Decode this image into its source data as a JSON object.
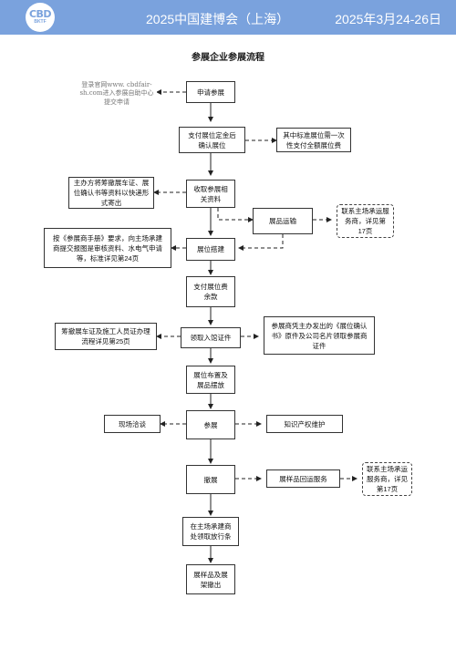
{
  "header": {
    "logo_text": "CBD",
    "logo_sub": "BKTF",
    "title": "2025中国建博会（上海）",
    "date": "2025年3月24-26日"
  },
  "page_title": "参展企业参展流程",
  "nodes": {
    "apply": "申请参展",
    "register_note": "登录官网www. cbdfair-sh.com进入参展自助中心提交申请",
    "pay_deposit": "支付展位定金后确认展位",
    "special_booth_note": "其中标准展位需一次性支付全额展位费",
    "receive_docs": "收取参展相关资料",
    "organizer_note": "主办方将筹撤展车证、展位确认书等资料以快递形式寄出",
    "exhibit_transport": "展品运输",
    "contact_forwarder_1": "联系主场承运服务商，详见第17页",
    "manual_note": "按《参展商手册》要求，向主场承建商提交报图是审核资料、水电气申请等，标准详见第24页",
    "booth_construction": "展位搭建",
    "pay_balance": "支付展位费余款",
    "vehicle_pass_note": "筹撤展车证及施工人员证办理流程详见第25页",
    "collect_pass": "领取入馆证件",
    "exhibitor_id_note": "参展商凭主办发出的《展位确认书》原件及公司名片领取参展商证件",
    "booth_layout": "展位布置及展品摆放",
    "onsite_negotiation": "现场洽谈",
    "exhibit": "参展",
    "ip_protection": "知识产权维护",
    "dismantle": "撤展",
    "return_shipping": "展样品回运服务",
    "contact_forwarder_2": "联系主场承运服务商，详见第17页",
    "release_note": "在主场承建商处领取放行条",
    "exhibits_out": "展样品及展架撤出"
  }
}
